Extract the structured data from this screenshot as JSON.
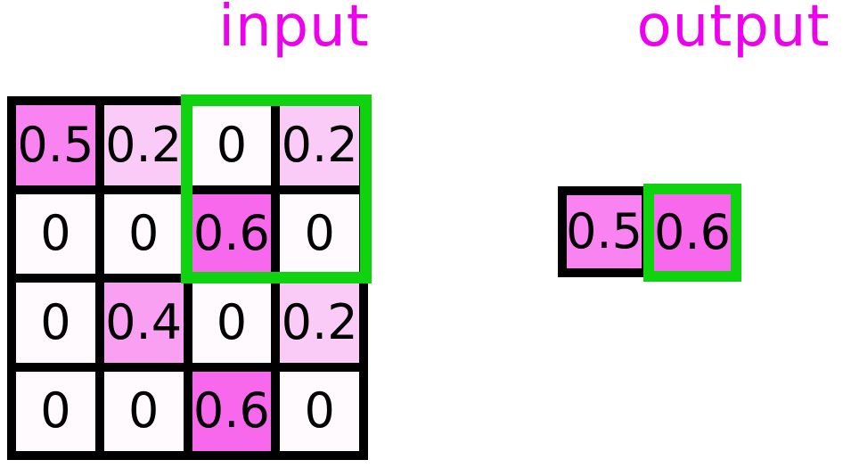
{
  "figure": {
    "description": "max pooling diagram",
    "colors": {
      "title_magenta": "#EE00EE",
      "grid_black": "#000000",
      "highlight_green": "#0FD30F",
      "cell_fill_by_value": {
        "0": "#FEFAFE",
        "0.2": "#FACBF6",
        "0.4": "#F9A0F2",
        "0.5": "#F983F0",
        "0.6": "#F768ED"
      }
    },
    "input": {
      "title": "input",
      "grid": {
        "rows": 4,
        "cols": 4,
        "values": [
          [
            "0.5",
            "0.2",
            "0",
            "0.2"
          ],
          [
            "0",
            "0",
            "0.6",
            "0"
          ],
          [
            "0",
            "0.4",
            "0",
            "0.2"
          ],
          [
            "0",
            "0",
            "0.6",
            "0"
          ]
        ],
        "highlight_window": {
          "row_start": 0,
          "col_start": 2,
          "rows": 2,
          "cols": 2
        }
      }
    },
    "output": {
      "title": "output",
      "cells": [
        {
          "value": "0.5",
          "highlighted": false
        },
        {
          "value": "0.6",
          "highlighted": true
        }
      ]
    }
  }
}
